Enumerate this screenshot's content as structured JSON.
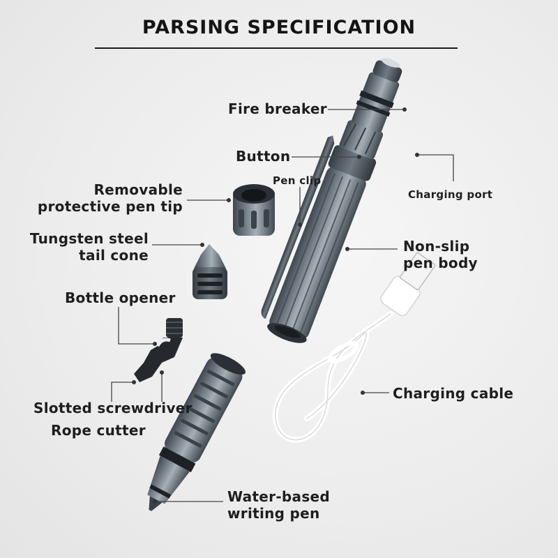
{
  "title": "PARSING SPECIFICATION",
  "labels": {
    "fire_breaker": "Fire breaker",
    "button": "Button",
    "pen_clip": "Pen clip",
    "charging_port": "Charging port",
    "removable_tip": "Removable\nprotective pen tip",
    "tail_cone": "Tungsten steel\ntail cone",
    "non_slip_body": "Non-slip\npen body",
    "bottle_opener": "Bottle opener",
    "slotted_screwdriver": "Slotted screwdriver",
    "rope_cutter": "Rope cutter",
    "charging_cable": "Charging cable",
    "writing_pen": "Water-based\nwriting pen"
  }
}
